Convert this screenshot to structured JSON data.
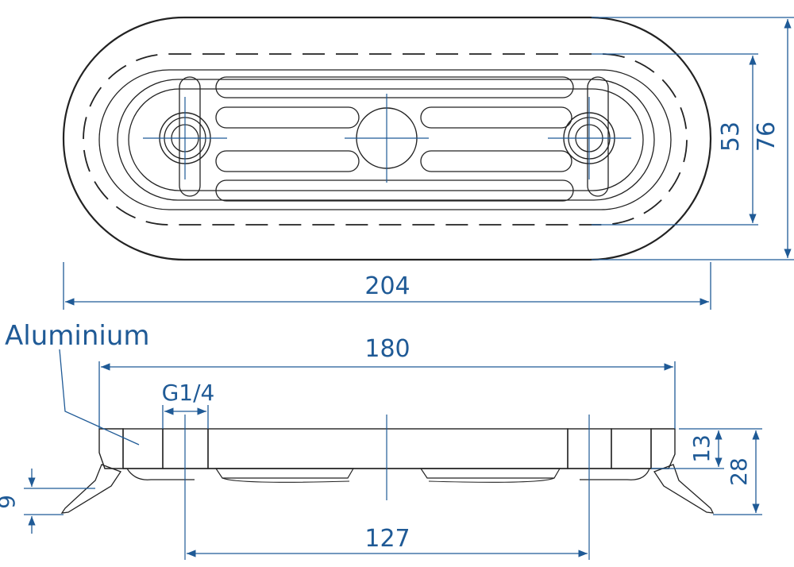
{
  "drawing": {
    "material_label": "Aluminium",
    "dims": {
      "overall_length": "204",
      "overall_width": "76",
      "inner_width": "53",
      "top_length": "180",
      "thread": "G1/4",
      "hole_spacing": "127",
      "thickness_body": "13",
      "thickness_total": "28",
      "offset": "9"
    },
    "colors": {
      "dimension": "#1f5a96",
      "outline": "#222222"
    }
  }
}
